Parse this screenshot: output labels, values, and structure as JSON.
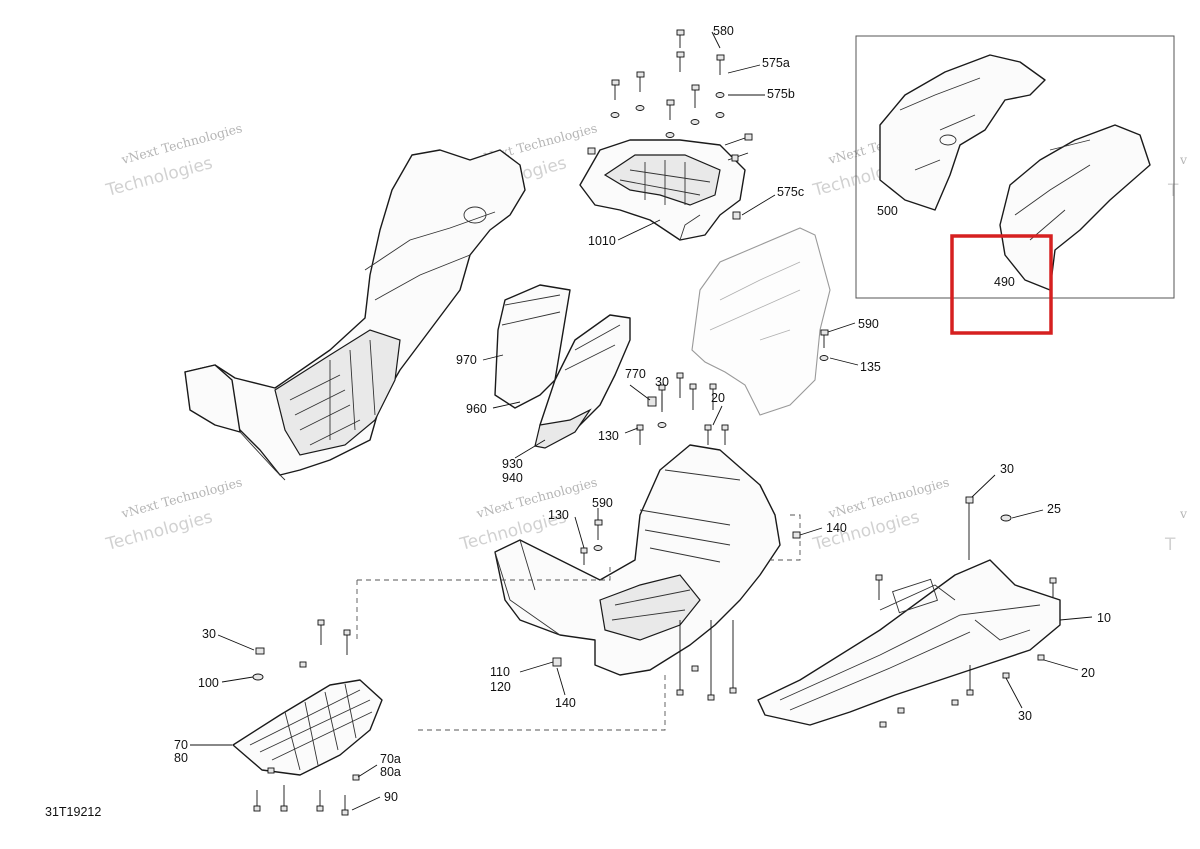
{
  "diagram_id": "31T19212",
  "watermark": {
    "line1": "vNext Technologies",
    "line2": "Technologies"
  },
  "highlight_color": "#d62020",
  "callouts": {
    "c580": "580",
    "c575a": "575a",
    "c575b": "575b",
    "c575c": "575c",
    "c1010": "1010",
    "c970": "970",
    "c960": "960",
    "c930": "930",
    "c940": "940",
    "c770": "770",
    "c30a": "30",
    "c130a": "130",
    "c20a": "20",
    "c590a": "590",
    "c135a": "135",
    "c500": "500",
    "c490": "490",
    "c130b": "130",
    "c590b": "590",
    "c140a": "140",
    "c110": "110",
    "c120": "120",
    "c140b": "140",
    "c30b": "30",
    "c25": "25",
    "c10": "10",
    "c20b": "20",
    "c30c": "30",
    "c30d": "30",
    "c100": "100",
    "c70": "70",
    "c80": "80",
    "c70a": "70a",
    "c80a": "80a",
    "c90": "90"
  }
}
